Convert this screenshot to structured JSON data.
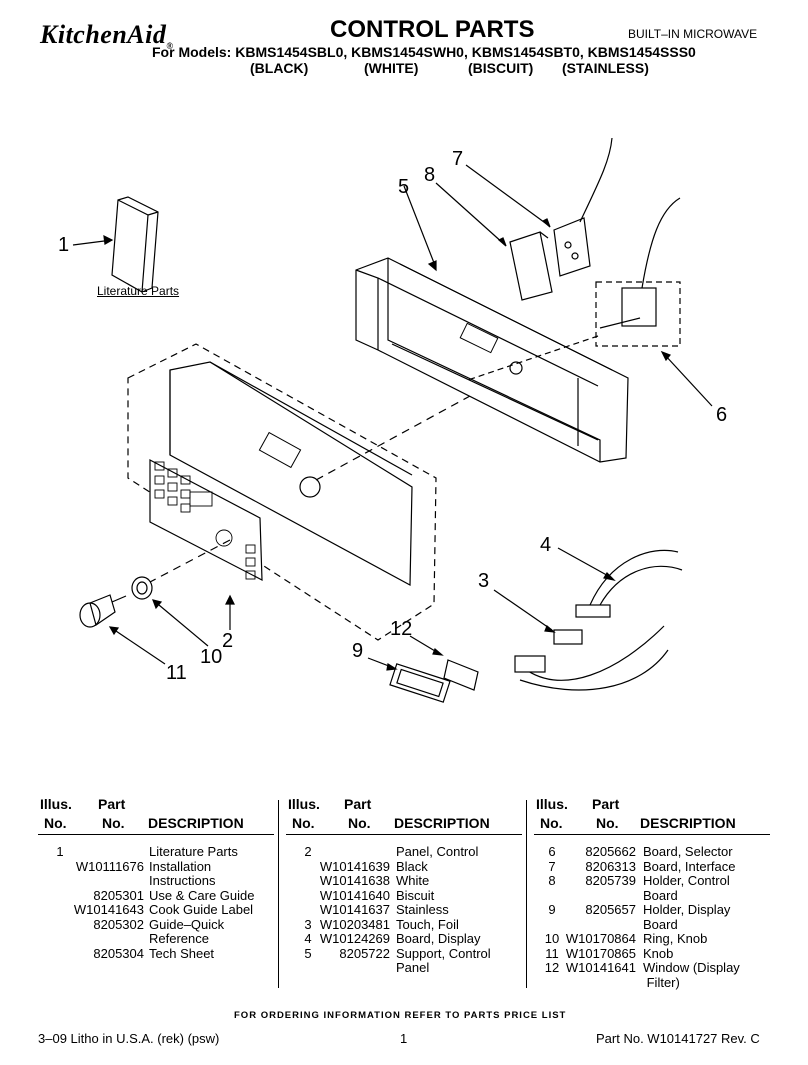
{
  "header": {
    "brand": "KitchenAid",
    "brand_mark": "®",
    "title": "CONTROL PARTS",
    "subtitle": "BUILT–IN MICROWAVE",
    "models": "For Models: KBMS1454SBL0, KBMS1454SWH0, KBMS1454SBT0, KBMS1454SSS0",
    "colors": [
      "(BLACK)",
      "(WHITE)",
      "(BISCUIT)",
      "(STAINLESS)"
    ]
  },
  "diagram": {
    "callouts": [
      "1",
      "2",
      "3",
      "4",
      "5",
      "6",
      "7",
      "8",
      "9",
      "10",
      "11",
      "12"
    ],
    "literature_label": "Literature Parts"
  },
  "table": {
    "headers": {
      "illus": "Illus.",
      "no": "No.",
      "part": "Part",
      "part_no": "No.",
      "desc": "DESCRIPTION"
    },
    "columns": [
      [
        {
          "illus": "1",
          "part": "",
          "desc": "Literature Parts"
        },
        {
          "illus": "",
          "part": "W10111676",
          "desc": "Installation"
        },
        {
          "illus": "",
          "part": "",
          "desc": "Instructions"
        },
        {
          "illus": "",
          "part": "8205301",
          "desc": "Use & Care Guide"
        },
        {
          "illus": "",
          "part": "W10141643",
          "desc": "Cook Guide Label"
        },
        {
          "illus": "",
          "part": "8205302",
          "desc": "Guide–Quick"
        },
        {
          "illus": "",
          "part": "",
          "desc": "Reference"
        },
        {
          "illus": "",
          "part": "8205304",
          "desc": "Tech Sheet"
        }
      ],
      [
        {
          "illus": "2",
          "part": "",
          "desc": "Panel, Control"
        },
        {
          "illus": "",
          "part": "W10141639",
          "desc": "Black"
        },
        {
          "illus": "",
          "part": "W10141638",
          "desc": "White"
        },
        {
          "illus": "",
          "part": "W10141640",
          "desc": "Biscuit"
        },
        {
          "illus": "",
          "part": "W10141637",
          "desc": "Stainless"
        },
        {
          "illus": "3",
          "part": "W10203481",
          "desc": "Touch, Foil"
        },
        {
          "illus": "4",
          "part": "W10124269",
          "desc": "Board, Display"
        },
        {
          "illus": "5",
          "part": "8205722",
          "desc": "Support, Control"
        },
        {
          "illus": "",
          "part": "",
          "desc": "Panel"
        }
      ],
      [
        {
          "illus": "6",
          "part": "8205662",
          "desc": "Board, Selector"
        },
        {
          "illus": "7",
          "part": "8206313",
          "desc": "Board, Interface"
        },
        {
          "illus": "8",
          "part": "8205739",
          "desc": "Holder, Control"
        },
        {
          "illus": "",
          "part": "",
          "desc": "Board"
        },
        {
          "illus": "9",
          "part": "8205657",
          "desc": "Holder, Display"
        },
        {
          "illus": "",
          "part": "",
          "desc": "Board"
        },
        {
          "illus": "10",
          "part": "W10170864",
          "desc": "Ring, Knob"
        },
        {
          "illus": "11",
          "part": "W10170865",
          "desc": "Knob"
        },
        {
          "illus": "12",
          "part": "W10141641",
          "desc": "Window (Display"
        },
        {
          "illus": "",
          "part": "",
          "desc": " Filter)"
        }
      ]
    ]
  },
  "footer": {
    "ordering_note": "FOR ORDERING INFORMATION REFER TO PARTS PRICE LIST",
    "litho": "3–09 Litho in U.S.A. (rek) (psw)",
    "page": "1",
    "part_no": "Part No. W10141727 Rev. C"
  }
}
